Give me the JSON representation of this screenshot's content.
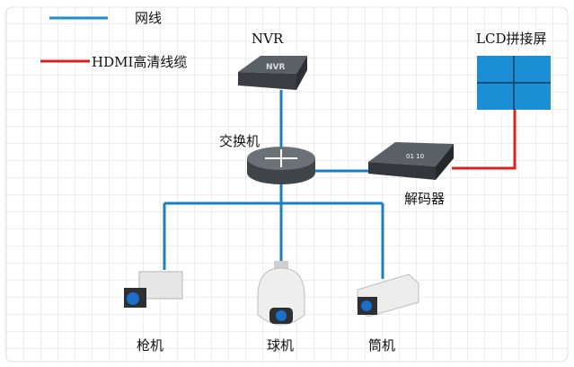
{
  "legend": [
    {
      "label": "网线",
      "color": "#1a8fc8"
    },
    {
      "label": "HDMI高清线缆",
      "color": "#d92020"
    }
  ],
  "devices": {
    "nvr": {
      "label": "NVR",
      "badge": "NVR"
    },
    "switch": {
      "label": "交换机"
    },
    "decoder": {
      "label": "解码器",
      "badge": "01 10"
    },
    "lcd": {
      "label": "LCD拼接屏"
    },
    "gun_camera": {
      "label": "枪机"
    },
    "dome_camera": {
      "label": "球机"
    },
    "bullet_camera": {
      "label": "筒机"
    }
  },
  "colors": {
    "network": "#1a7fc0",
    "hdmi": "#d92020",
    "grid": "#dcdcdc",
    "device": "#4a4f55",
    "screen": "#1a8fd6"
  }
}
